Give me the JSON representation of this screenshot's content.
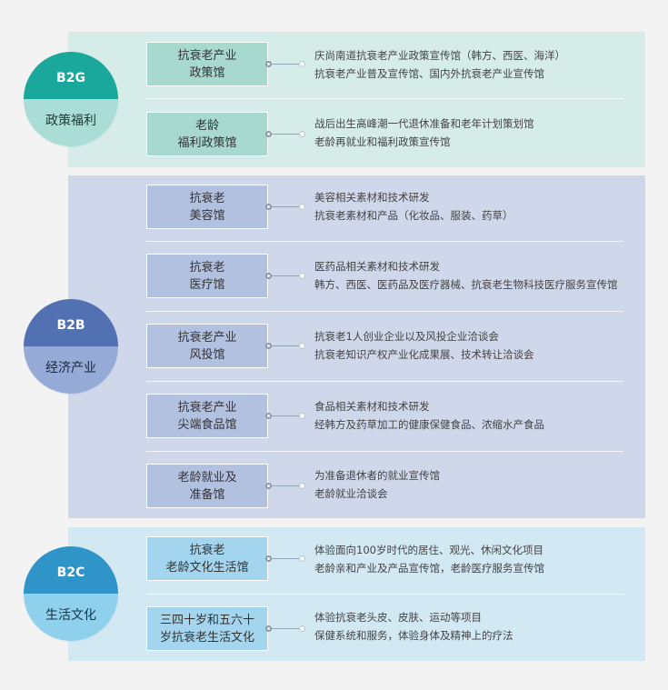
{
  "colors": {
    "b2g_top": "#1aa79c",
    "b2g_bot": "#a9ddd6",
    "b2g_hall": "#a8d9cf",
    "b2b_top": "#5271b2",
    "b2b_bot": "#95aad6",
    "b2b_hall": "#b3c1e1",
    "b2c_top": "#2f94c8",
    "b2c_bot": "#8fd0ed",
    "b2c_hall": "#a3d6ee"
  },
  "groups": [
    {
      "code": "B2G",
      "label": "政策福利",
      "items": [
        {
          "hall": [
            "抗衰老产业",
            "政策馆"
          ],
          "desc": [
            "庆尚南道抗衰老产业政策宣传馆（韩方、西医、海洋）",
            "抗衰老产业普及宣传馆、国内外抗衰老产业宣传馆"
          ]
        },
        {
          "hall": [
            "老龄",
            "福利政策馆"
          ],
          "desc": [
            "战后出生高峰潮一代退休准备和老年计划策划馆",
            "老龄再就业和福利政策宣传馆"
          ]
        }
      ]
    },
    {
      "code": "B2B",
      "label": "经济产业",
      "items": [
        {
          "hall": [
            "抗衰老",
            "美容馆"
          ],
          "desc": [
            "美容相关素材和技术研发",
            "抗衰老素材和产品（化妆品、服装、药草）"
          ]
        },
        {
          "hall": [
            "抗衰老",
            "医疗馆"
          ],
          "desc": [
            "医药品相关素材和技术研发",
            "韩方、西医、医药品及医疗器械、抗衰老生物科技医疗服务宣传馆"
          ]
        },
        {
          "hall": [
            "抗衰老产业",
            "风投馆"
          ],
          "desc": [
            "抗衰老1人创业企业以及风投企业洽谈会",
            "抗衰老知识产权产业化成果展、技术转让洽谈会"
          ]
        },
        {
          "hall": [
            "抗衰老产业",
            "尖端食品馆"
          ],
          "desc": [
            "食品相关素材和技术研发",
            "经韩方及药草加工的健康保健食品、浓缩水产食品"
          ]
        },
        {
          "hall": [
            "老龄就业及",
            "准备馆"
          ],
          "desc": [
            "为准备退休者的就业宣传馆",
            "老龄就业洽谈会"
          ]
        }
      ]
    },
    {
      "code": "B2C",
      "label": "生活文化",
      "items": [
        {
          "hall": [
            "抗衰老",
            "老龄文化生活馆"
          ],
          "desc": [
            "体验面向100岁时代的居住、观光、休闲文化项目",
            "老龄亲和产业及产品宣传馆，老龄医疗服务宣传馆"
          ]
        },
        {
          "hall": [
            "三四十岁和五六十",
            "岁抗衰老生活文化"
          ],
          "desc": [
            "体验抗衰老头皮、皮肤、运动等项目",
            "保健系统和服务，体验身体及精神上的疗法"
          ]
        }
      ]
    }
  ]
}
